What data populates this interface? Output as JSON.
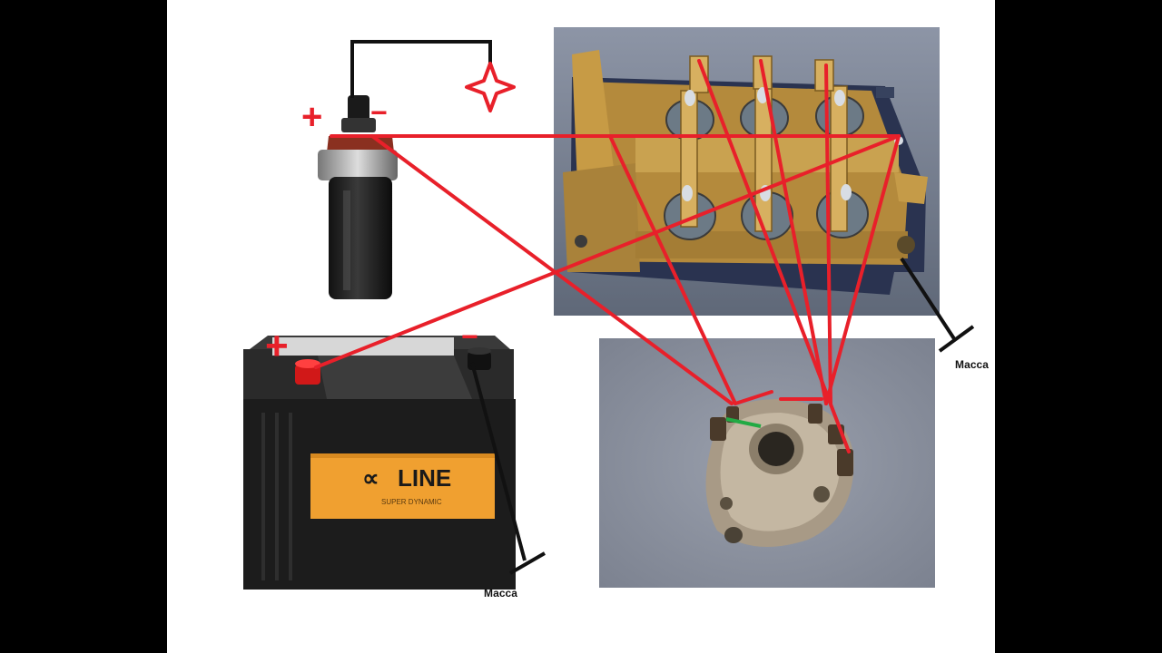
{
  "labels": {
    "ground_right": "Масса",
    "ground_bottom": "Масса",
    "battery_brand": "LINE",
    "battery_brand_prefix": "∝",
    "battery_sub": "SUPER DYNAMIC"
  },
  "symbols": {
    "coil_plus": "+",
    "coil_minus": "−",
    "battery_plus": "+",
    "battery_minus": "−"
  },
  "colors": {
    "wire": "#e8202a",
    "ground": "#111111",
    "signal": "#22aa44",
    "battery_band": "#f0a030",
    "battery_body": "#1c1c1c",
    "panel_bg": "#6f7b8e",
    "metal": "#b8903a",
    "floor": "#8c92a0"
  }
}
